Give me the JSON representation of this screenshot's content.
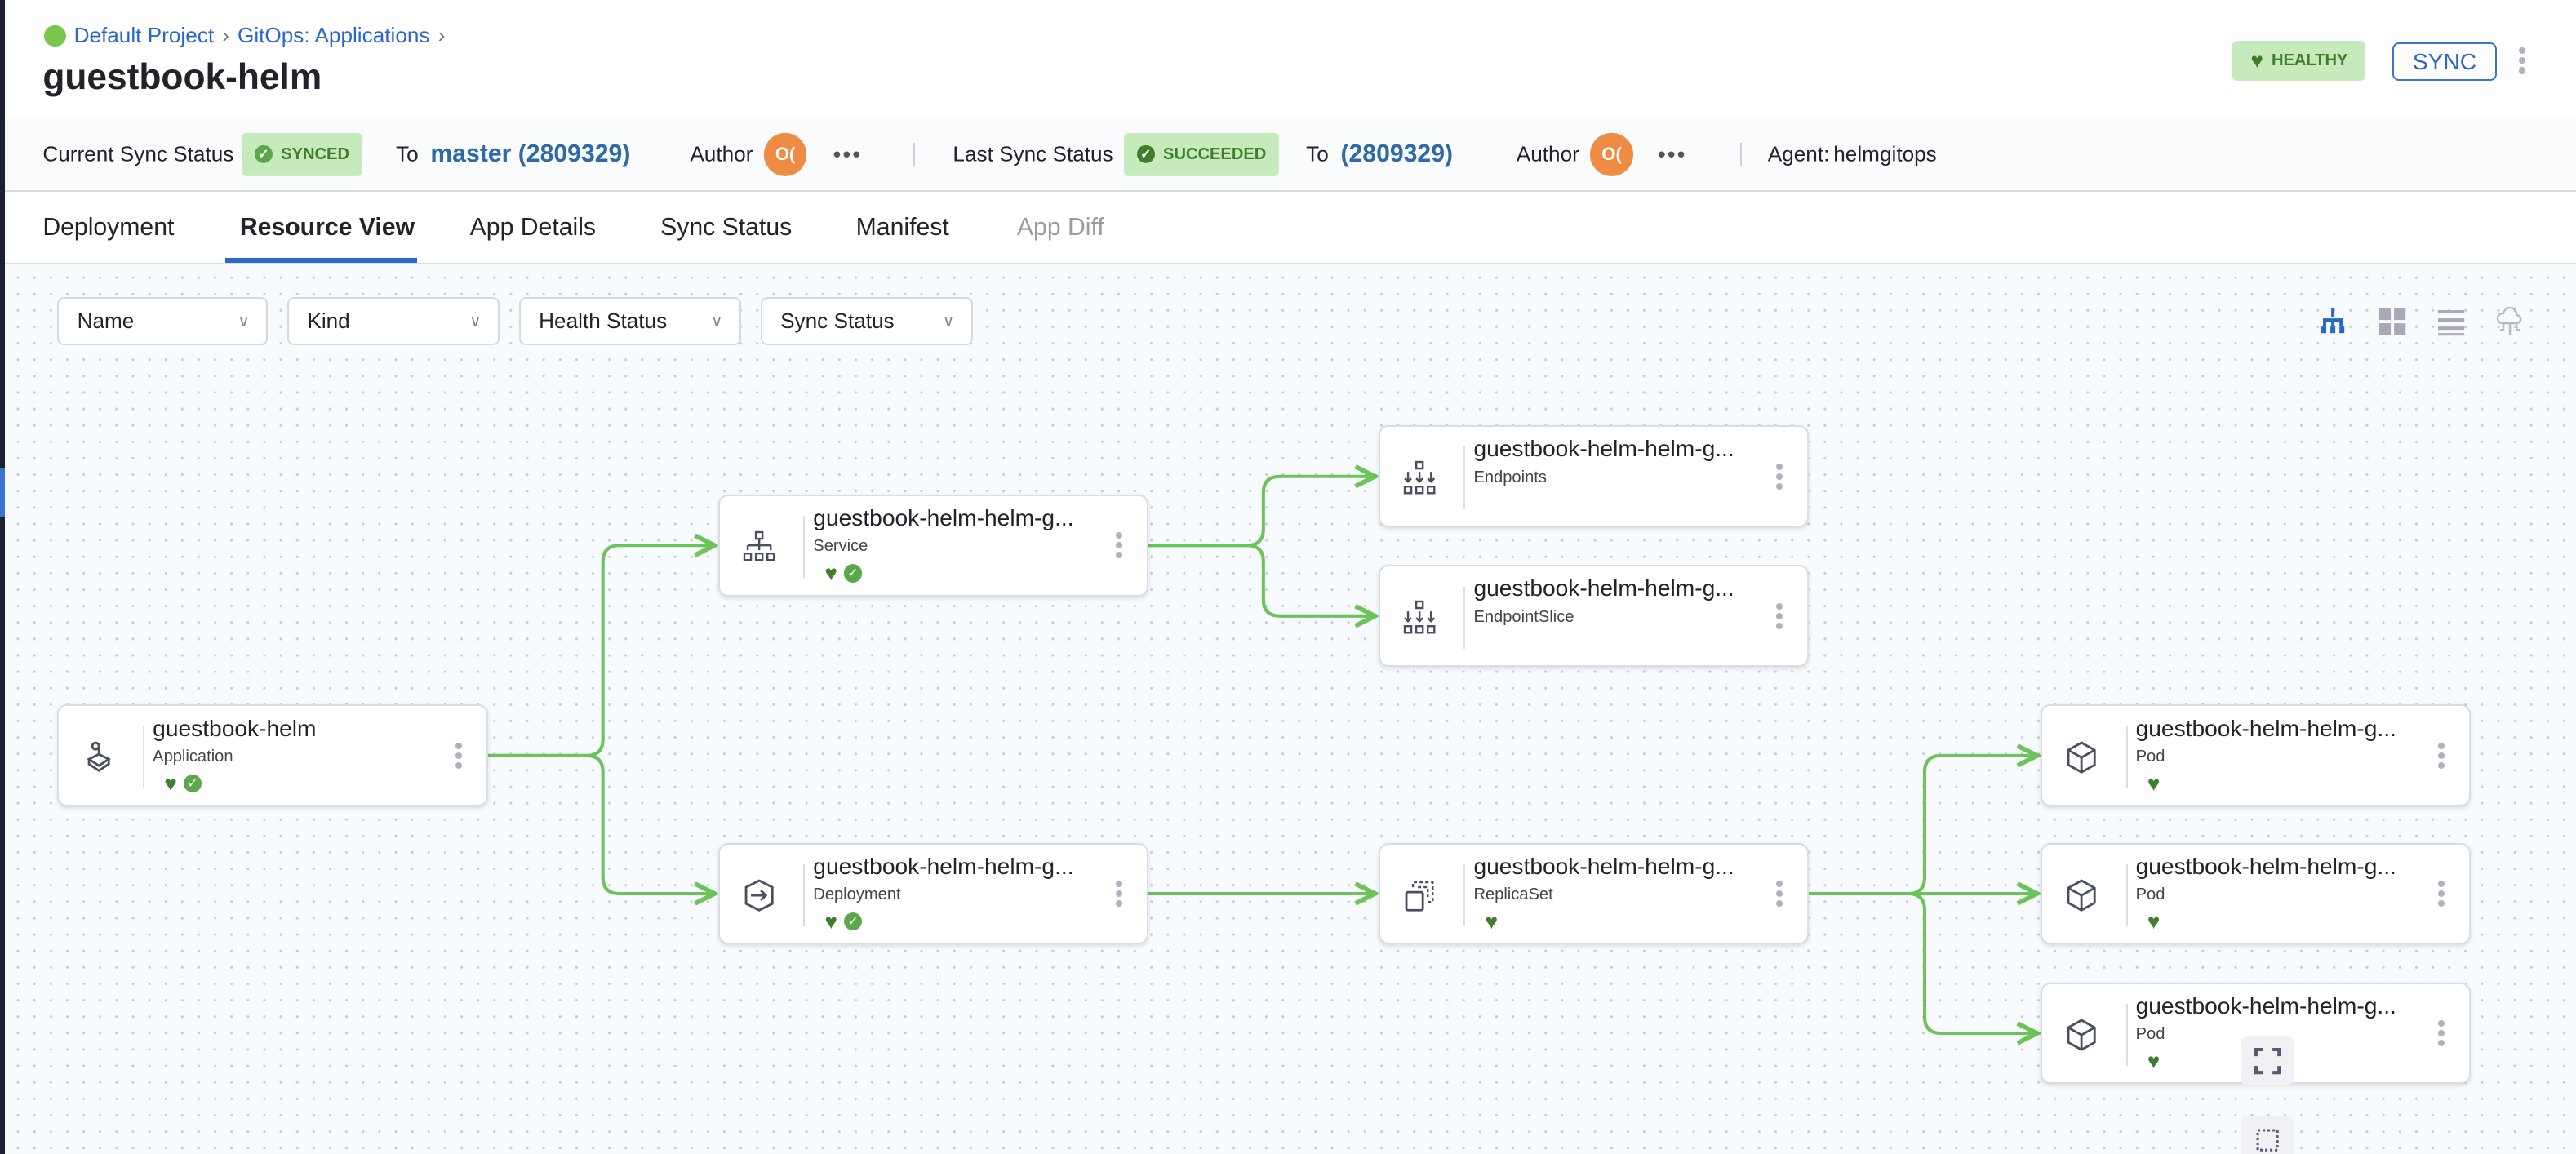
{
  "breadcrumb": [
    {
      "label": "Default Project"
    },
    {
      "label": "GitOps: Applications"
    }
  ],
  "title": "guestbook-helm",
  "header": {
    "health": "HEALTHY",
    "sync_button": "SYNC"
  },
  "sync_bar": {
    "current_label": "Current Sync Status",
    "current_status": "SYNCED",
    "to_label": "To",
    "current_revision": "master (2809329)",
    "author_label": "Author",
    "author_avatar": "O(",
    "last_label": "Last Sync Status",
    "last_status": "SUCCEEDED",
    "last_to_label": "To",
    "last_revision": "(2809329)",
    "last_author_label": "Author",
    "last_author_avatar": "O(",
    "agent_label": "Agent:",
    "agent": "helmgitops",
    "more": "•••"
  },
  "tabs": [
    {
      "label": "Deployment"
    },
    {
      "label": "Resource View",
      "active": true
    },
    {
      "label": "App Details"
    },
    {
      "label": "Sync Status"
    },
    {
      "label": "Manifest"
    },
    {
      "label": "App Diff",
      "disabled": true
    }
  ],
  "filters": [
    {
      "label": "Name"
    },
    {
      "label": "Kind"
    },
    {
      "label": "Health Status"
    },
    {
      "label": "Sync Status"
    }
  ],
  "view_modes": [
    {
      "icon": "tree-icon",
      "active": true
    },
    {
      "icon": "grid-icon"
    },
    {
      "icon": "list-icon"
    },
    {
      "icon": "cloud-network-icon"
    }
  ],
  "colors": {
    "accent": "#2a68c8",
    "healthy": "#3f7e2c",
    "edge": "#6cc35a",
    "avatar": "#ef8c43"
  },
  "nodes": [
    {
      "id": "app",
      "name": "guestbook-helm",
      "kind": "Application",
      "icon": "application-icon",
      "health": "healthy",
      "synced": true
    },
    {
      "id": "svc",
      "name": "guestbook-helm-helm-g...",
      "kind": "Service",
      "icon": "service-icon",
      "health": "healthy",
      "synced": true
    },
    {
      "id": "dep",
      "name": "guestbook-helm-helm-g...",
      "kind": "Deployment",
      "icon": "deployment-icon",
      "health": "healthy",
      "synced": true
    },
    {
      "id": "ep",
      "name": "guestbook-helm-helm-g...",
      "kind": "Endpoints",
      "icon": "endpoints-icon"
    },
    {
      "id": "eps",
      "name": "guestbook-helm-helm-g...",
      "kind": "EndpointSlice",
      "icon": "endpoints-icon"
    },
    {
      "id": "rs",
      "name": "guestbook-helm-helm-g...",
      "kind": "ReplicaSet",
      "icon": "replicaset-icon",
      "health": "healthy"
    },
    {
      "id": "pod1",
      "name": "guestbook-helm-helm-g...",
      "kind": "Pod",
      "icon": "pod-icon",
      "health": "healthy"
    },
    {
      "id": "pod2",
      "name": "guestbook-helm-helm-g...",
      "kind": "Pod",
      "icon": "pod-icon",
      "health": "healthy"
    },
    {
      "id": "pod3",
      "name": "guestbook-helm-helm-g...",
      "kind": "Pod",
      "icon": "pod-icon",
      "health": "healthy"
    }
  ],
  "edges": [
    [
      "app",
      "svc"
    ],
    [
      "app",
      "dep"
    ],
    [
      "svc",
      "ep"
    ],
    [
      "svc",
      "eps"
    ],
    [
      "dep",
      "rs"
    ],
    [
      "rs",
      "pod1"
    ],
    [
      "rs",
      "pod2"
    ],
    [
      "rs",
      "pod3"
    ]
  ]
}
